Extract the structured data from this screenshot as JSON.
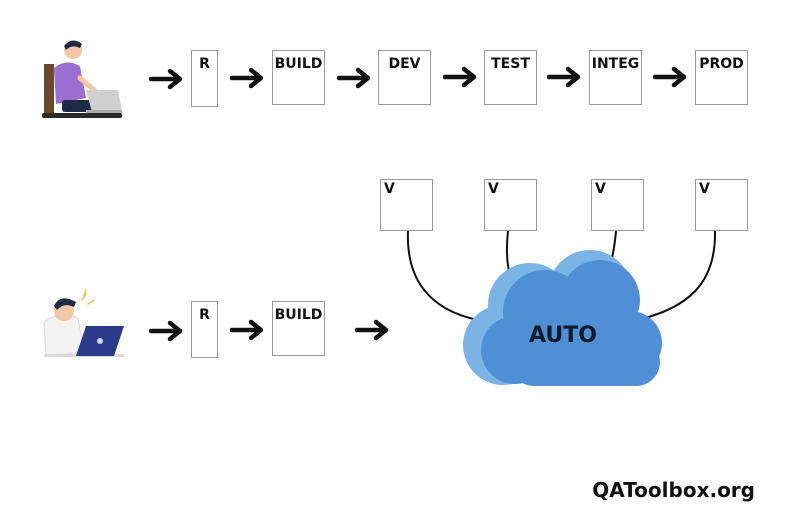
{
  "manual_pipeline": {
    "stages": [
      "R",
      "BUILD",
      "DEV",
      "TEST",
      "INTEG",
      "PROD"
    ]
  },
  "automated_pipeline": {
    "stages": [
      "R",
      "BUILD"
    ],
    "cloud_label": "AUTO",
    "environments": [
      "V",
      "V",
      "V",
      "V"
    ]
  },
  "colors": {
    "cloud_main": "#4f8fd6",
    "cloud_light": "#79b4e4",
    "arrow": "#111111",
    "person_purple": "#9b6fd0"
  },
  "icons": [
    "person-at-laptop-icon",
    "person-with-laptop-icon",
    "cloud-icon",
    "arrow-right-icon"
  ],
  "brand": "QAToolbox.org"
}
